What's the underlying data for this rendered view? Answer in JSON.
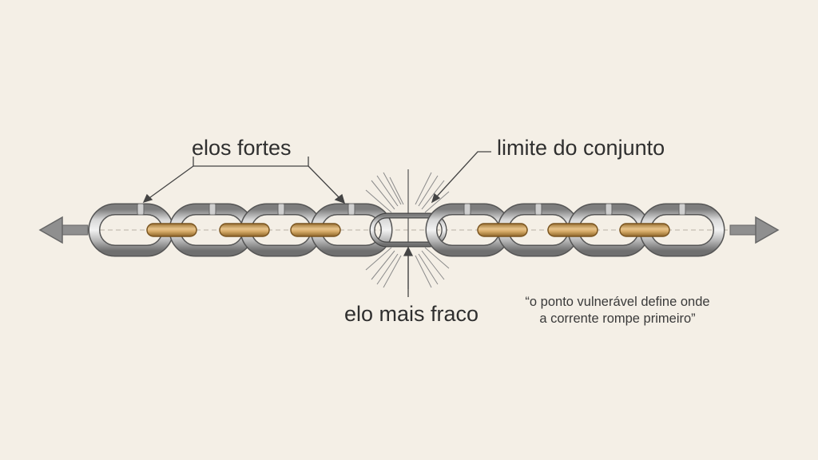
{
  "labels": {
    "strong_links": "elos fortes",
    "assembly_limit": "limite do conjunto",
    "weakest_link": "elo mais fraco"
  },
  "quote": {
    "line1": "“o ponto vulnerável define onde",
    "line2": "a corrente rompe primeiro”"
  },
  "colors": {
    "background": "#f4efe6",
    "steel": "#9a9a9a",
    "steel_highlight": "#e6e6e6",
    "gold_inner_link": "#c9a060",
    "ink": "#2f2f2f"
  },
  "icons": [
    "arrow-left-icon",
    "arrow-right-icon",
    "chain-link-icon",
    "stress-burst-icon"
  ]
}
